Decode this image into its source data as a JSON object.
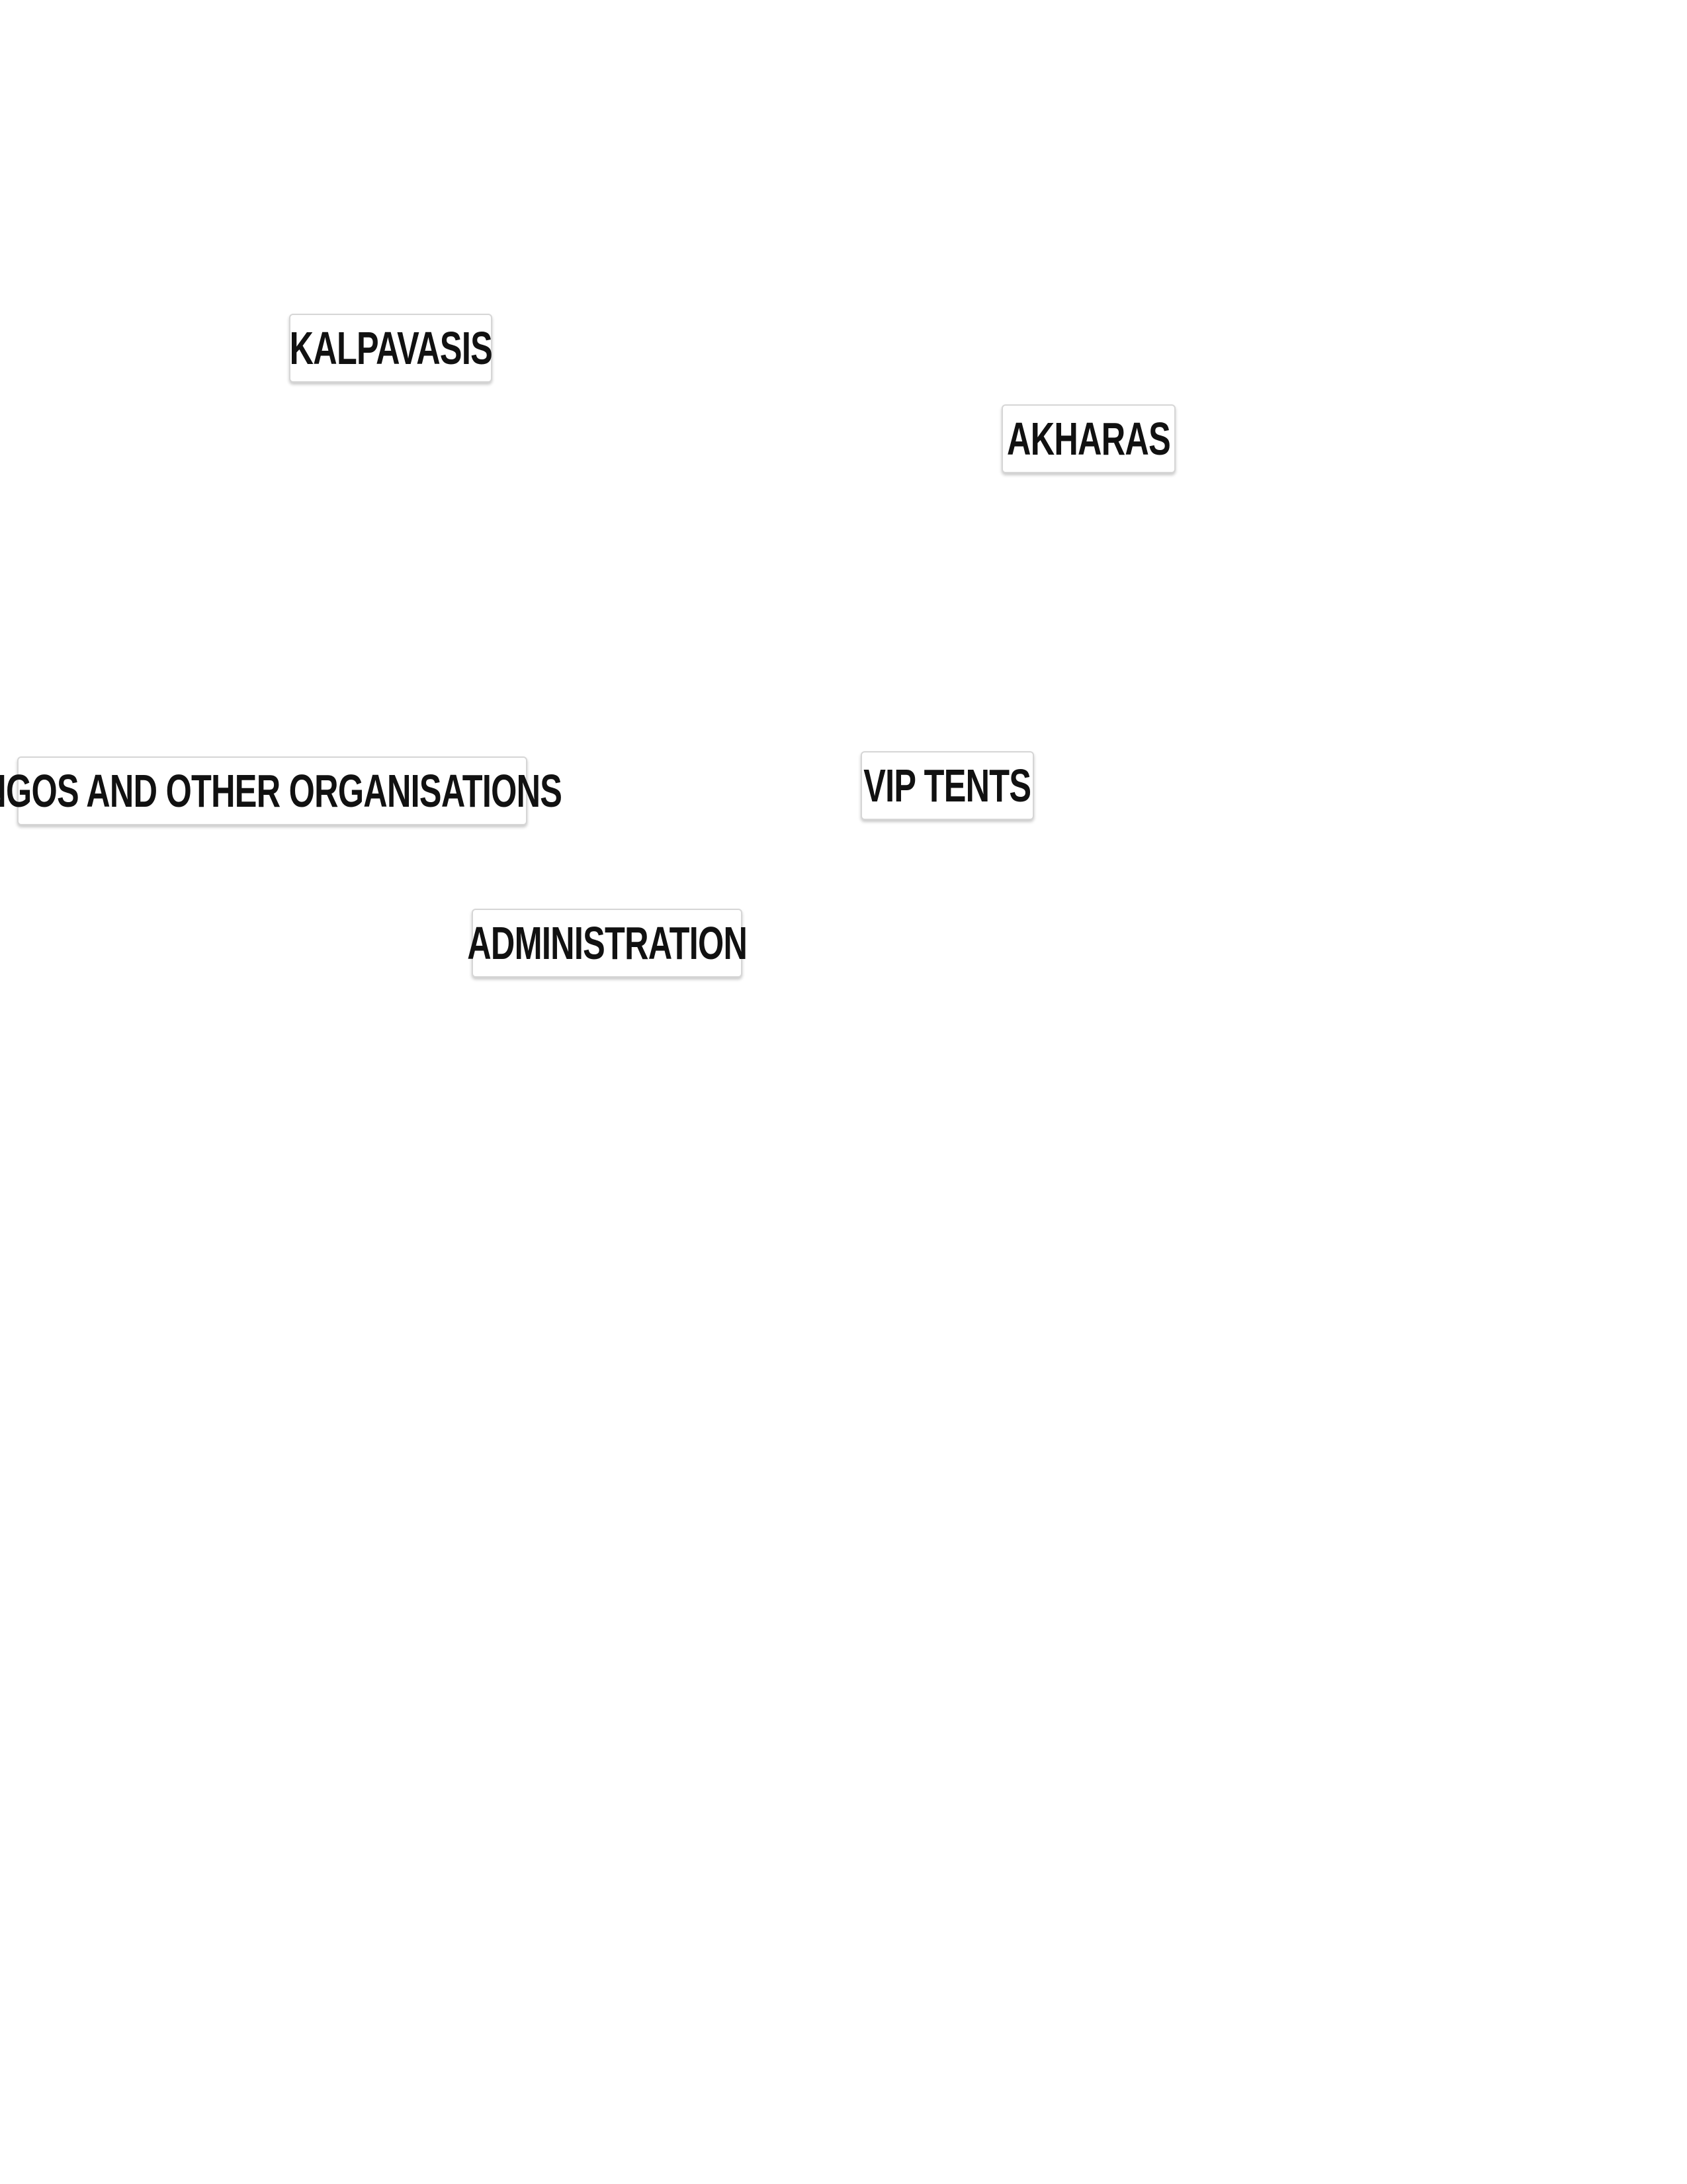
{
  "map": {
    "labels": [
      {
        "id": "kalpavasis",
        "text": "KALPAVASIS"
      },
      {
        "id": "akharas",
        "text": "AKHARAS"
      },
      {
        "id": "ngos",
        "text": "NGOS AND OTHER ORGANISATIONS"
      },
      {
        "id": "vip_tents",
        "text": "VIP TENTS"
      },
      {
        "id": "administration",
        "text": "ADMINISTRATION"
      }
    ]
  }
}
